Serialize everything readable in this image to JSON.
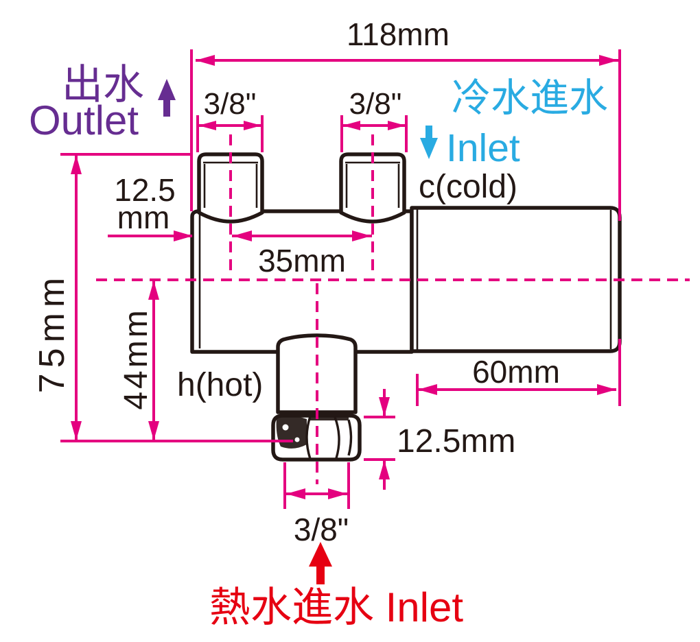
{
  "title": "Angle valve dimension diagram",
  "colors": {
    "background": "#ffffff",
    "outline": "#231815",
    "text": "#231815",
    "dimension": "#e4007f",
    "purple": "#662d91",
    "cyan": "#29abe2",
    "red": "#e60012"
  },
  "labels": {
    "outlet_zh": "出水",
    "outlet_en": "Outlet",
    "cold_inlet_zh": "冷水進水",
    "cold_inlet_en": "Inlet",
    "hot_inlet_label": "熱水進水 Inlet",
    "cold_port": "c(cold)",
    "hot_port": "h(hot)"
  },
  "dimensions": {
    "overall_length": "118mm",
    "outlet_thread_left": "3/8\"",
    "outlet_thread_right": "3/8\"",
    "outlet_spacing": "35mm",
    "left_end_offset_line1": "12.5",
    "left_end_offset_line2": "mm",
    "overall_height": "75mm",
    "center_to_bottom": "44mm",
    "body_right_length": "60mm",
    "nut_height": "12.5mm",
    "hot_thread": "3/8\""
  }
}
